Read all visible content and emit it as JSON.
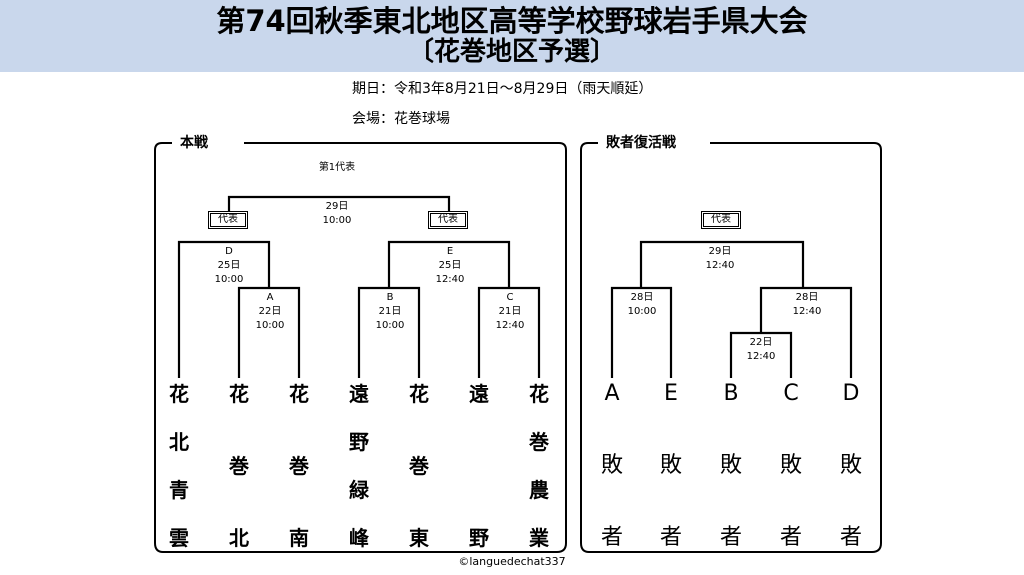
{
  "title": {
    "line1": "第74回秋季東北地区高等学校野球岩手県大会",
    "line2": "〔花巻地区予選〕"
  },
  "info": {
    "date": "期日：令和3年8月21日～8月29日（雨天順延）",
    "venue": "会場：花巻球場"
  },
  "main": {
    "title": "本戦",
    "top_label": "第1代表",
    "final": {
      "date": "29日",
      "time": "10:00"
    },
    "rep_label": "代表",
    "match_d": {
      "id": "D",
      "date": "25日",
      "time": "10:00"
    },
    "match_e": {
      "id": "E",
      "date": "25日",
      "time": "12:40"
    },
    "match_a": {
      "id": "A",
      "date": "22日",
      "time": "10:00"
    },
    "match_b": {
      "id": "B",
      "date": "21日",
      "time": "10:00"
    },
    "match_c": {
      "id": "C",
      "date": "21日",
      "time": "12:40"
    },
    "teams": [
      {
        "chars": [
          "花",
          "北",
          "青",
          "雲"
        ]
      },
      {
        "chars": [
          "花",
          "巻",
          "北"
        ]
      },
      {
        "chars": [
          "花",
          "巻",
          "南"
        ]
      },
      {
        "chars": [
          "遠",
          "野",
          "緑",
          "峰"
        ]
      },
      {
        "chars": [
          "花",
          "巻",
          "東"
        ]
      },
      {
        "chars": [
          "遠",
          "野"
        ]
      },
      {
        "chars": [
          "花",
          "巻",
          "農",
          "業"
        ]
      }
    ]
  },
  "repechage": {
    "title": "敗者復活戦",
    "rep_label": "代表",
    "final": {
      "date": "29日",
      "time": "12:40"
    },
    "match_left": {
      "date": "28日",
      "time": "10:00"
    },
    "match_right": {
      "date": "28日",
      "time": "12:40"
    },
    "match_bc": {
      "date": "22日",
      "time": "12:40"
    },
    "losers": [
      {
        "letter": "A",
        "c1": "敗",
        "c2": "者"
      },
      {
        "letter": "E",
        "c1": "敗",
        "c2": "者"
      },
      {
        "letter": "B",
        "c1": "敗",
        "c2": "者"
      },
      {
        "letter": "C",
        "c1": "敗",
        "c2": "者"
      },
      {
        "letter": "D",
        "c1": "敗",
        "c2": "者"
      }
    ]
  },
  "credit": "©languedechat337"
}
